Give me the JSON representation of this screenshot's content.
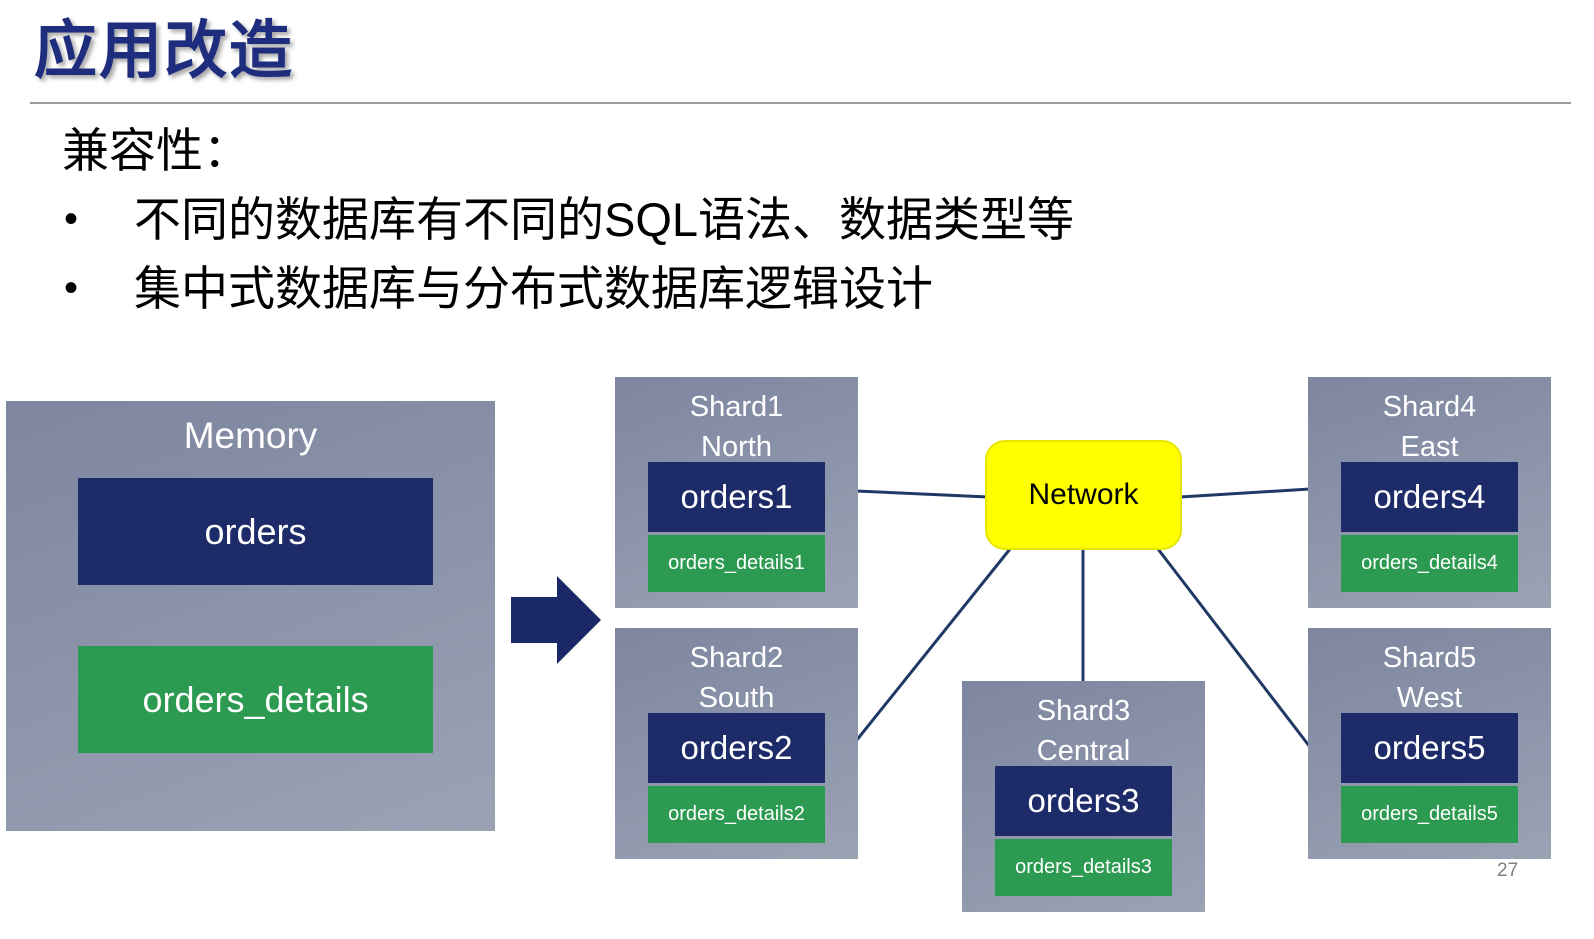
{
  "slide": {
    "title": "应用改造",
    "page_number": "27"
  },
  "content": {
    "heading": "兼容性：",
    "bullet_char": "•",
    "bullets": [
      "不同的数据库有不同的SQL语法、数据类型等",
      "集中式数据库与分布式数据库逻辑设计"
    ]
  },
  "diagram": {
    "memory": {
      "label": "Memory",
      "tables": [
        "orders",
        "orders_details"
      ]
    },
    "network": {
      "label": "Network"
    },
    "shards": [
      {
        "title": "Shard1",
        "subtitle": "North",
        "table": "orders1",
        "details": "orders_details1"
      },
      {
        "title": "Shard2",
        "subtitle": "South",
        "table": "orders2",
        "details": "orders_details2"
      },
      {
        "title": "Shard3",
        "subtitle": "Central",
        "table": "orders3",
        "details": "orders_details3"
      },
      {
        "title": "Shard4",
        "subtitle": "East",
        "table": "orders4",
        "details": "orders_details4"
      },
      {
        "title": "Shard5",
        "subtitle": "West",
        "table": "orders5",
        "details": "orders_details5"
      }
    ],
    "colors": {
      "title_blue": "#1e2d7d",
      "table_navy": "#1e2b69",
      "details_green": "#2c9a50",
      "shard_gray_blue": "#8d94a9",
      "network_yellow": "#ffff00",
      "connector_navy": "#1f3864"
    }
  }
}
